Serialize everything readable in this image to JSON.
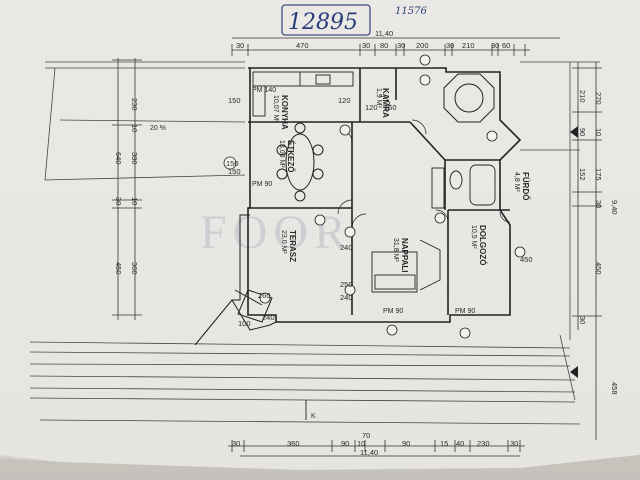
{
  "handwriting": {
    "plan_number": "12895",
    "top_note": "11576"
  },
  "watermark": {
    "text": "FOOR"
  },
  "rooms": {
    "kitchen": {
      "name": "KONYHA",
      "area": "10,07 M²"
    },
    "dining": {
      "name": "ÉTKEZŐ",
      "area": "13,00 M²"
    },
    "terrace": {
      "name": "TERASZ",
      "area": "23,0 M²"
    },
    "living": {
      "name": "NAPPALI",
      "area": "31,8 M²"
    },
    "study": {
      "name": "DOLGOZÓ",
      "area": "10,5 M²"
    },
    "bath": {
      "name": "FÜRDŐ",
      "area": "4,8 M²"
    },
    "pantry": {
      "name": "KAMRA",
      "area": "1,9 M²"
    }
  },
  "labels": {
    "pm_140": "PM 140",
    "pm_90_dining": "PM 90",
    "pm_90_living": "PM 90",
    "pm_90_study": "PM 90",
    "slope": "20 %",
    "north_k": "K"
  },
  "dimensions": {
    "top": [
      "30",
      "470",
      "11,40",
      "30",
      "80",
      "30",
      "200",
      "30",
      "210",
      "30",
      "60"
    ],
    "bottom": [
      "30",
      "360",
      "90",
      "10",
      "70",
      "11,40",
      "90",
      "15",
      "40",
      "230",
      "30"
    ],
    "left": [
      "230",
      "10",
      "380",
      "640",
      "10",
      "30",
      "450",
      "360"
    ],
    "right": [
      "210",
      "270",
      "90",
      "10",
      "152",
      "175",
      "9,40",
      "30",
      "450",
      "30",
      "458"
    ],
    "interior": [
      "150",
      "120",
      "120",
      "160",
      "150",
      "150",
      "240",
      "240",
      "250",
      "240",
      "100",
      "450",
      "260"
    ]
  }
}
